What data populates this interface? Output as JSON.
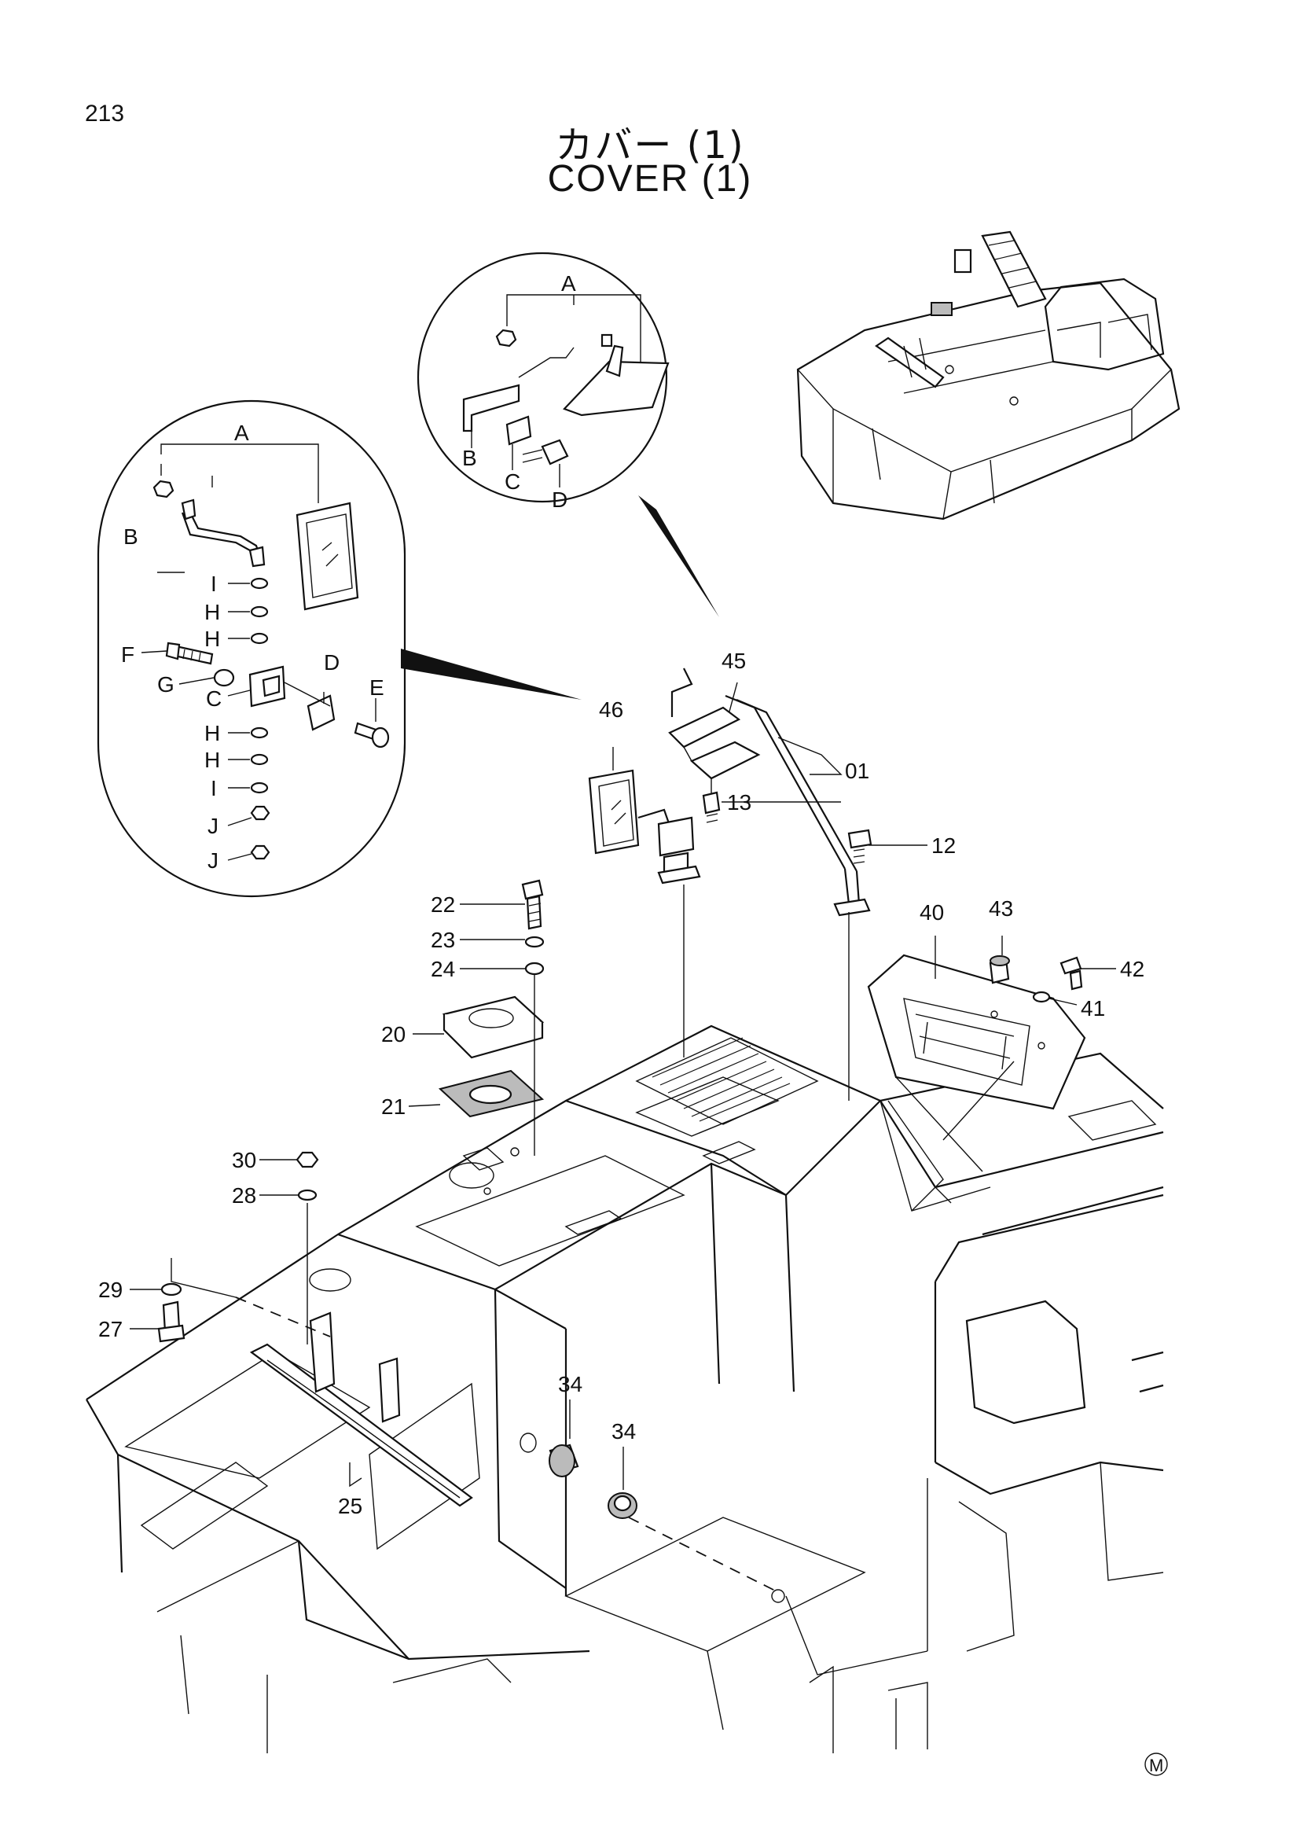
{
  "page_number": "213",
  "title": {
    "jp": "カバー (1)",
    "en": "COVER (1)"
  },
  "mark": "M",
  "mirror_detail_labels": [
    "A",
    "B",
    "I",
    "H",
    "H",
    "F",
    "G",
    "C",
    "D",
    "E",
    "H",
    "H",
    "I",
    "J",
    "J"
  ],
  "lamp_detail_labels": [
    "A",
    "B",
    "C",
    "D"
  ],
  "callouts": [
    "45",
    "46",
    "01",
    "13",
    "12",
    "22",
    "23",
    "24",
    "20",
    "21",
    "40",
    "43",
    "42",
    "41",
    "30",
    "28",
    "29",
    "27",
    "34",
    "34",
    "25"
  ]
}
